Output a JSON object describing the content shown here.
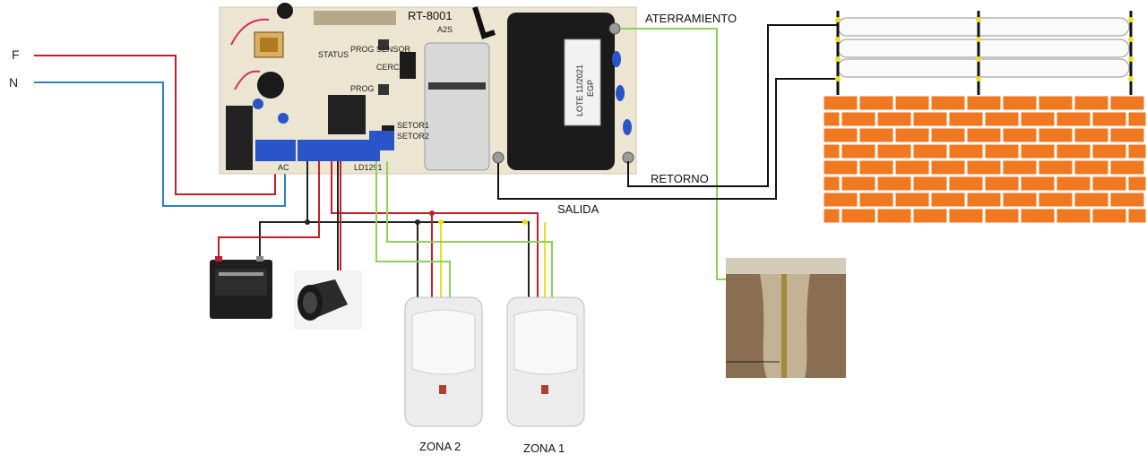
{
  "labels": {
    "phase": "F",
    "neutral": "N",
    "ground": "ATERRAMIENTO",
    "return": "RETORNO",
    "output": "SALIDA",
    "zone2": "ZONA 2",
    "zone1": "ZONA 1"
  },
  "board": {
    "model": "RT-8001",
    "version": "A2S",
    "batch": "LOTE 11/2021",
    "brand": "EGP",
    "prog": "PROG",
    "prog_sensor": "PROG SENSOR",
    "fence": "CERCA",
    "sector1": "SETOR1",
    "sector2": "SETOR2",
    "status": "STATUS",
    "ac": "AC",
    "connector_code": "LD1291"
  },
  "colors": {
    "phase_wire": "#c0202a",
    "neutral_wire": "#2f7fc1",
    "ground_wire": "#8fcf5a",
    "signal_wire": "#e8e020",
    "common_wire": "#222222",
    "brick": "#f07820",
    "board": "#ece5d2",
    "terminal": "#2a55c8"
  }
}
